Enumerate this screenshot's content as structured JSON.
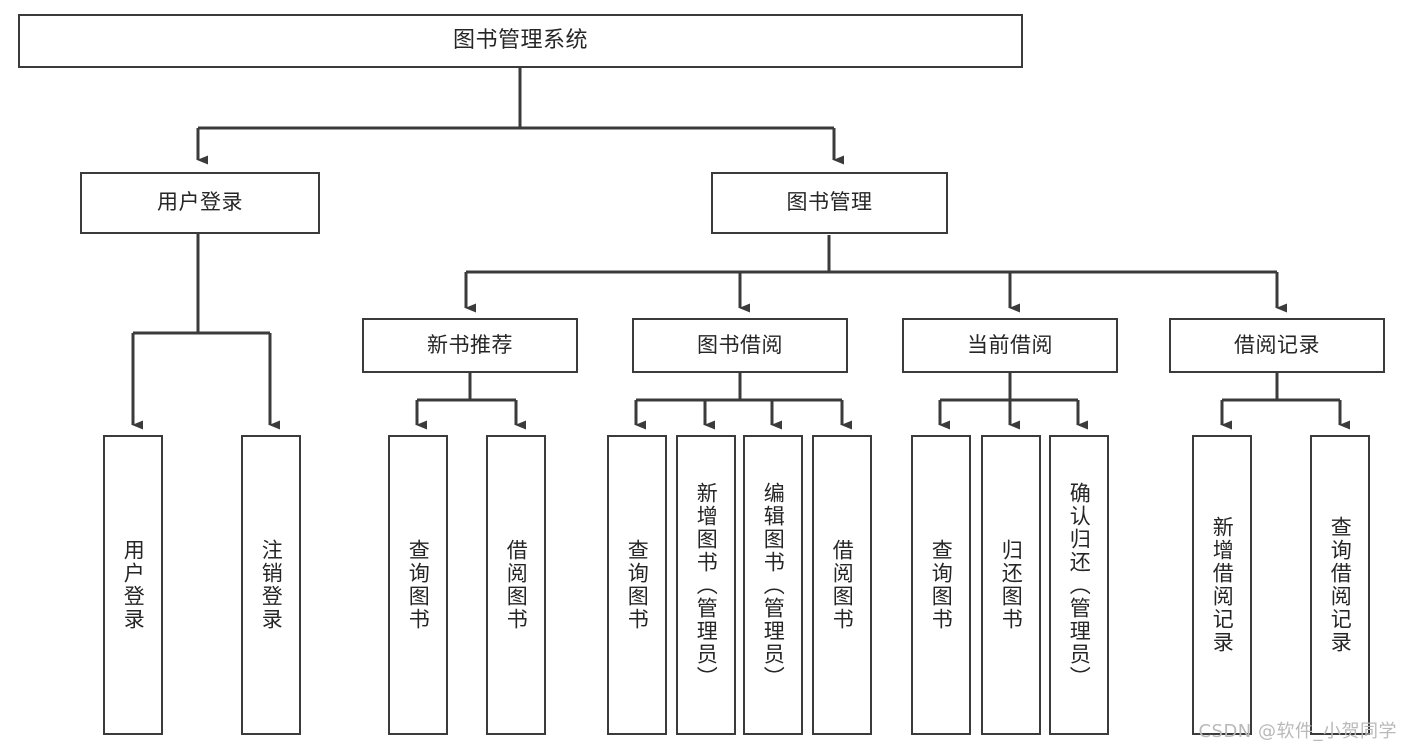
{
  "diagram": {
    "type": "tree",
    "title": "图书管理系统",
    "colors": {
      "box_border": "#3b3b3b",
      "box_fill": "#ffffff",
      "connector": "#3b3b3b",
      "text": "#262626",
      "watermark": "#b9b9b9"
    },
    "levels": {
      "root": {
        "label": "图书管理系统"
      },
      "level1": [
        {
          "label": "用户登录"
        },
        {
          "label": "图书管理"
        }
      ],
      "level2": [
        {
          "label": "新书推荐"
        },
        {
          "label": "图书借阅"
        },
        {
          "label": "当前借阅"
        },
        {
          "label": "借阅记录"
        }
      ],
      "leaves": {
        "user_login": [
          {
            "label": "用户登录"
          },
          {
            "label": "注销登录"
          }
        ],
        "new_book_recommend": [
          {
            "label": "查询图书"
          },
          {
            "label": "借阅图书"
          }
        ],
        "book_borrow": [
          {
            "label": "查询图书"
          },
          {
            "label": "新增图书（管理员）"
          },
          {
            "label": "编辑图书（管理员）"
          },
          {
            "label": "借阅图书"
          }
        ],
        "current_borrow": [
          {
            "label": "查询图书"
          },
          {
            "label": "归还图书"
          },
          {
            "label": "确认归还（管理员）"
          }
        ],
        "borrow_record": [
          {
            "label": "新增借阅记录"
          },
          {
            "label": "查询借阅记录"
          }
        ]
      }
    },
    "watermark": "CSDN @软件_小贺同学"
  }
}
